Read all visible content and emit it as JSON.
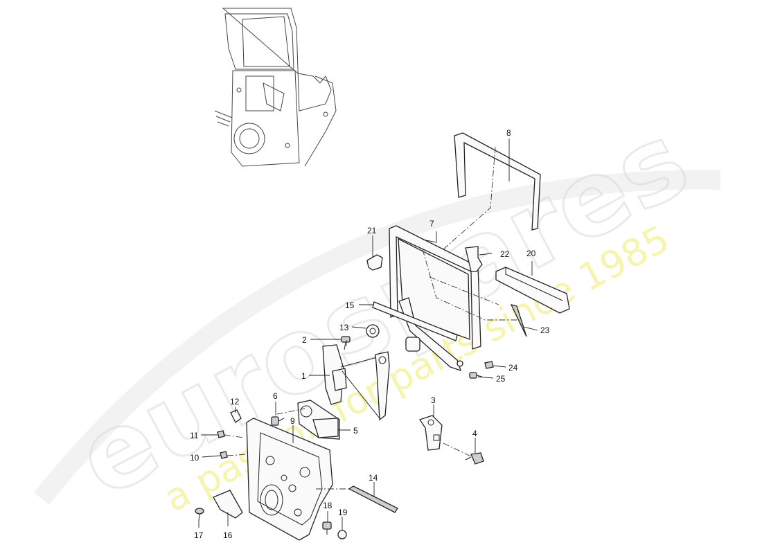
{
  "watermark": {
    "brand": "eurospares",
    "tagline": "a passion for parts since 1985"
  },
  "callouts": [
    {
      "id": "1",
      "label": "1"
    },
    {
      "id": "2",
      "label": "2"
    },
    {
      "id": "3",
      "label": "3"
    },
    {
      "id": "4",
      "label": "4"
    },
    {
      "id": "5",
      "label": "5"
    },
    {
      "id": "6",
      "label": "6"
    },
    {
      "id": "7",
      "label": "7"
    },
    {
      "id": "8",
      "label": "8"
    },
    {
      "id": "9",
      "label": "9"
    },
    {
      "id": "10",
      "label": "10"
    },
    {
      "id": "11",
      "label": "11"
    },
    {
      "id": "12",
      "label": "12"
    },
    {
      "id": "13",
      "label": "13"
    },
    {
      "id": "14",
      "label": "14"
    },
    {
      "id": "15",
      "label": "15"
    },
    {
      "id": "16",
      "label": "16"
    },
    {
      "id": "17",
      "label": "17"
    },
    {
      "id": "18",
      "label": "18"
    },
    {
      "id": "19",
      "label": "19"
    },
    {
      "id": "20",
      "label": "20"
    },
    {
      "id": "21",
      "label": "21"
    },
    {
      "id": "22",
      "label": "22"
    },
    {
      "id": "23",
      "label": "23"
    },
    {
      "id": "24",
      "label": "24"
    },
    {
      "id": "25",
      "label": "25"
    }
  ]
}
